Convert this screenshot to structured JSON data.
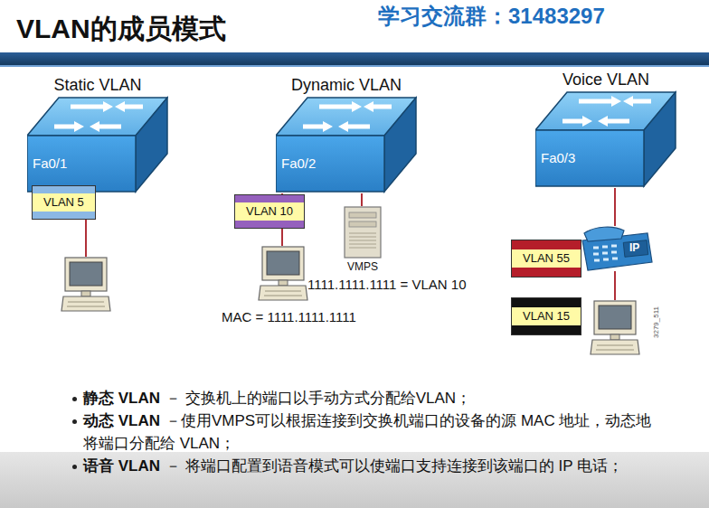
{
  "diagram": {
    "title": "VLAN的成员模式",
    "nodes": [
      {
        "text": [
          "Static VLAN",
          "Fa0/1"
        ]
      },
      {
        "text": [
          "Dynamic VLAN",
          "Fa0/2"
        ]
      },
      {
        "text": [
          "Voice VLAN",
          "Fa0/3"
        ]
      },
      {
        "text": [
          "VLAN 5"
        ]
      },
      {
        "text": [
          "VLAN 10"
        ]
      },
      {
        "text": [
          "VMPS",
          "1111.1111.1111 = VLAN 10"
        ]
      },
      {
        "text": [
          "MAC = 1111.1111.1111"
        ]
      },
      {
        "text": [
          "VLAN 55"
        ]
      },
      {
        "text": [
          "IP"
        ]
      },
      {
        "text": [
          "VLAN 15"
        ]
      }
    ],
    "edges": [
      {
        "from": 1,
        "to": 5,
        "arrow": "none"
      },
      {
        "from": 1,
        "to": 6,
        "arrow": "none"
      },
      {
        "from": 2,
        "to": 8,
        "arrow": "none"
      }
    ],
    "labels": [
      "学习交流群：31483297",
      "3279_511",
      "静态 VLAN",
      "－ 交换机上的端口以手动方式分配给VLAN；",
      "动态 VLAN",
      "－使用VMPS可以根据连接到交换机端口的设备的源 MAC 地址，动态地将端口分配给 VLAN；",
      "语音 VLAN",
      "－ 将端口配置到语音模式可以使端口支持连接到该端口的 IP 电话；"
    ]
  }
}
